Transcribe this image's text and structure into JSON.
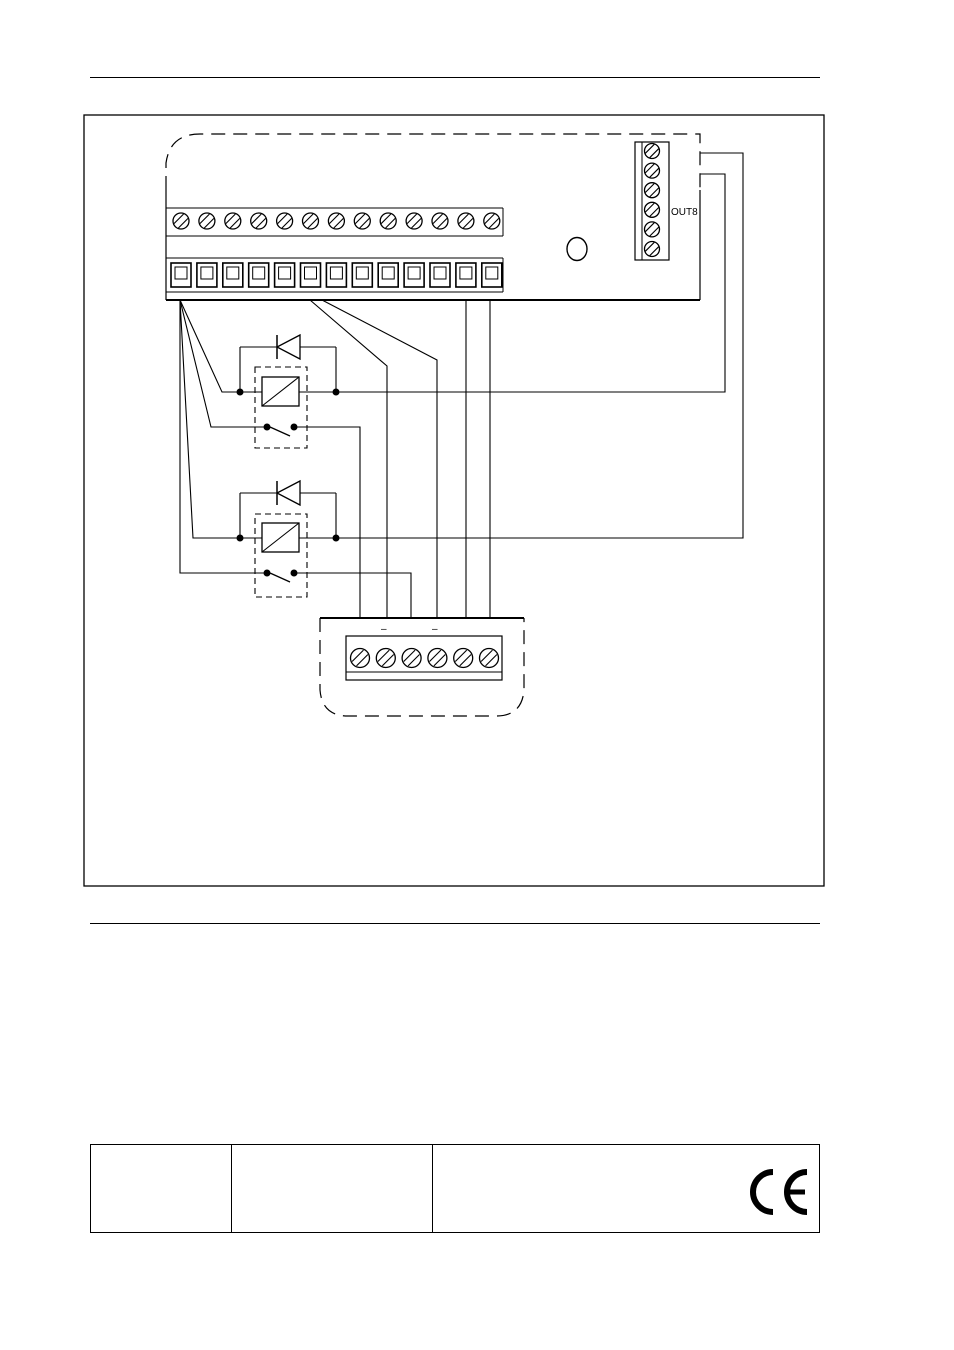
{
  "diagram": {
    "main_terminal_count": 13,
    "out_terminal_count": 6,
    "out_connector_label": "OUT8",
    "bottom_terminal_count": 6,
    "relay_count": 2,
    "bottom_minus_1": "–",
    "bottom_minus_2": "–"
  },
  "footer": {
    "cells": [
      "",
      "",
      ""
    ],
    "ce_mark": "CE"
  }
}
